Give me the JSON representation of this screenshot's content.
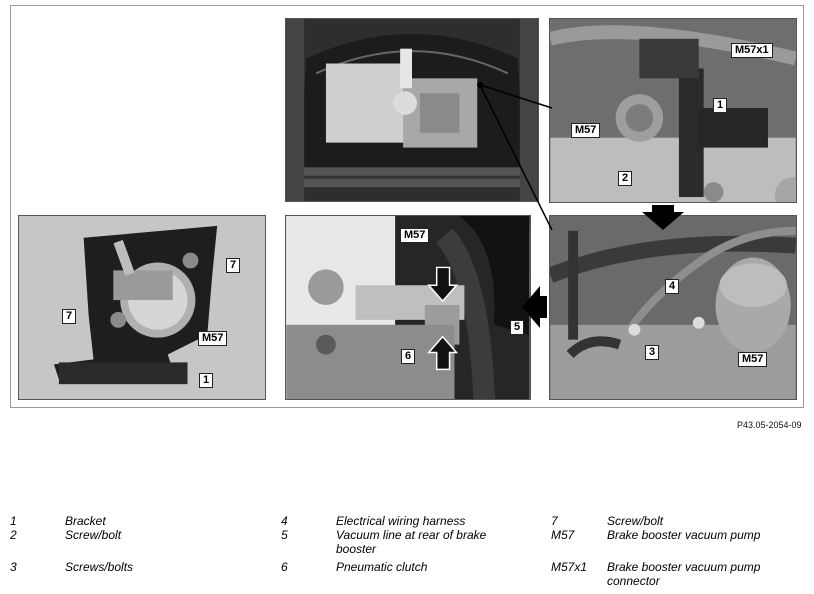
{
  "figure": {
    "reference": "P43.05-2054-09",
    "callouts": {
      "p1_m57x1": "M57x1",
      "p1_1": "1",
      "p1_m57": "M57",
      "p1_2": "2",
      "p2_7a": "7",
      "p2_7b": "7",
      "p2_m57": "M57",
      "p2_1": "1",
      "p3_m57": "M57",
      "p3_5": "5",
      "p3_6": "6",
      "p4_4": "4",
      "p4_3": "3",
      "p4_m57": "M57"
    }
  },
  "legend": [
    {
      "num": "1",
      "desc": "Bracket"
    },
    {
      "num": "2",
      "desc": "Screw/bolt"
    },
    {
      "num": "3",
      "desc": "Screws/bolts"
    },
    {
      "num": "4",
      "desc": "Electrical wiring harness"
    },
    {
      "num": "5",
      "desc": "Vacuum line at rear of brake booster"
    },
    {
      "num": "6",
      "desc": "Pneumatic clutch"
    },
    {
      "num": "7",
      "desc": "Screw/bolt"
    },
    {
      "num": "M57",
      "desc": "Brake booster vacuum pump"
    },
    {
      "num": "M57x1",
      "desc": "Brake booster vacuum pump connector"
    }
  ]
}
